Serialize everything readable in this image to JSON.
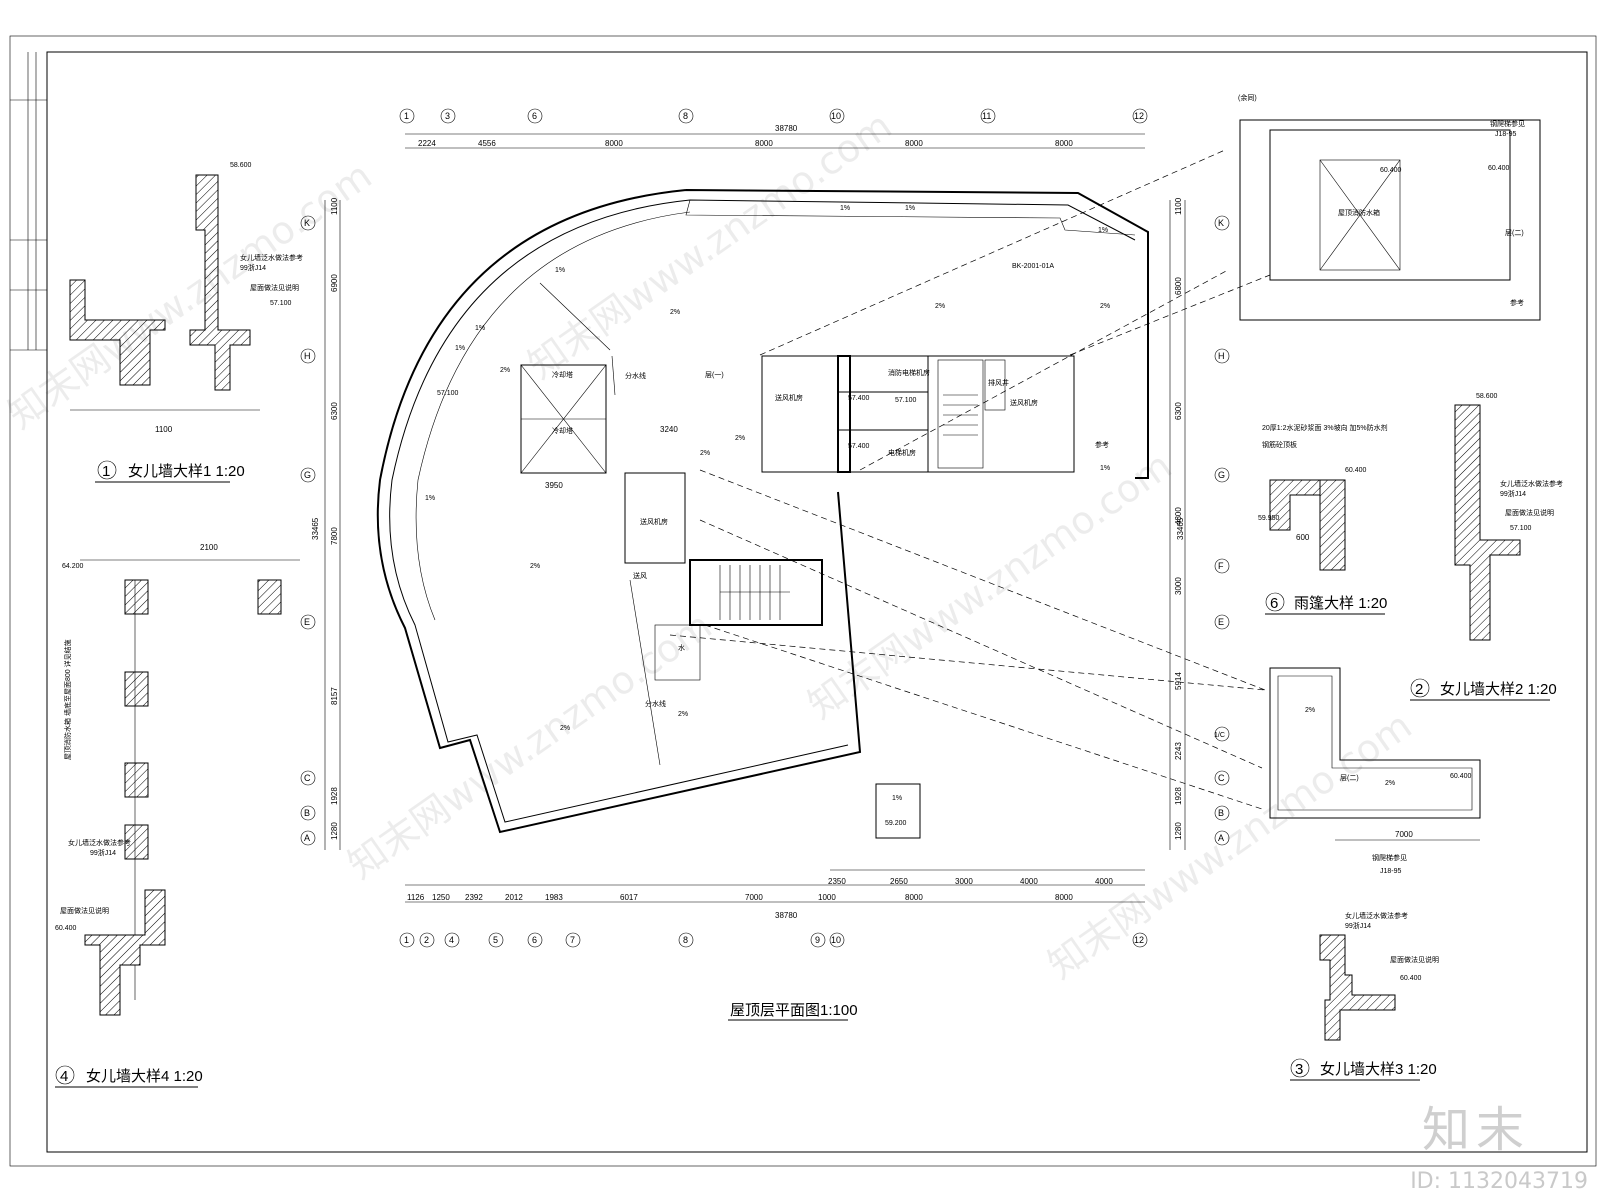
{
  "drawing": {
    "main_title": "屋顶层平面图",
    "main_scale": "1:100",
    "total_width": "38780",
    "total_depth": "33465"
  },
  "top_dims": [
    "2224",
    "4556",
    "8000",
    "8000",
    "8000",
    "8000"
  ],
  "bottom_dims_a": [
    "1126",
    "1250",
    "2392",
    "2012",
    "1983",
    "6017",
    "7000",
    "1000",
    "8000",
    "8000"
  ],
  "bottom_dims_b": [
    "2350",
    "2650",
    "3000",
    "4000",
    "4000"
  ],
  "side_dims": [
    "1100",
    "6900",
    "6300",
    "7800",
    "8157",
    "1928",
    "1280"
  ],
  "axes_top": [
    "1",
    "3",
    "6",
    "8",
    "10",
    "11",
    "12"
  ],
  "axes_bottom": [
    "1",
    "2",
    "4",
    "5",
    "6",
    "7",
    "8",
    "9",
    "10",
    "12"
  ],
  "axes_side": [
    "K",
    "H",
    "G",
    "E",
    "C",
    "B",
    "A"
  ],
  "axes_right": [
    "K",
    "H",
    "G",
    "F",
    "E",
    "1/C",
    "C",
    "B",
    "A"
  ],
  "right_dims": [
    "1100",
    "6800",
    "6300",
    "4800",
    "3000",
    "5914",
    "2243",
    "1928",
    "1280"
  ],
  "rooms": {
    "cooling_tower": "冷却塔",
    "split_line": "分水线",
    "level_one": "层(一)",
    "level_two": "层(二)",
    "fan_room": "送风机房",
    "fire_elevator": "消防电梯机房",
    "elevator": "电梯机房",
    "shaft": "排风井",
    "water_tank": "屋顶消防水箱",
    "exhaust": "送风",
    "water": "水"
  },
  "elevations": {
    "e57400a": "57.400",
    "e57100": "57.100",
    "e57400b": "57.400",
    "e59200": "59.200",
    "e60400": "60.400",
    "e58600": "58.600",
    "e64200": "64.200",
    "e59950": "59.950"
  },
  "slopes": {
    "s1": "1%",
    "s2": "2%"
  },
  "notes": {
    "ref": "参考",
    "bk": "BK-2001-01A",
    "ladder": "钢爬梯参见",
    "std": "J18-95",
    "parapet_note": "女儿墙泛水做法参考",
    "std2": "99浙J14",
    "roof_note": "屋面做法见说明",
    "same": "(余同)",
    "canopy_note": "20厚1:2水泥砂浆面 3%坡向 加5%防水剂",
    "canopy_note2": "钢筋砼顶板",
    "wall_note": "屋顶消防水箱 墙底至屋面800 详见结施"
  },
  "details": [
    {
      "num": "1",
      "title": "女儿墙大样1",
      "scale": "1:20"
    },
    {
      "num": "2",
      "title": "女儿墙大样2",
      "scale": "1:20"
    },
    {
      "num": "3",
      "title": "女儿墙大样3",
      "scale": "1:20"
    },
    {
      "num": "4",
      "title": "女儿墙大样4",
      "scale": "1:20"
    },
    {
      "num": "6",
      "title": "雨篷大样",
      "scale": "1:20"
    }
  ],
  "brand": {
    "logo": "知末",
    "id": "ID: 1132043719",
    "watermark": "知末网www.znzmo.com"
  }
}
